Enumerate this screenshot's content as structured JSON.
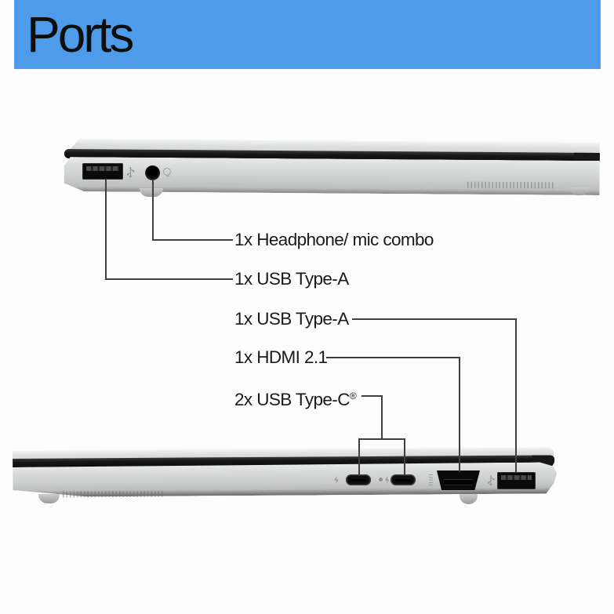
{
  "header": {
    "title": "Ports"
  },
  "colors": {
    "header_bg": "#4e9ce9",
    "line_color": "#3f3f3f",
    "text_color": "#1a1a1a",
    "body_silver": "#d4d5d5",
    "port_black": "#0a0a0a"
  },
  "views": {
    "left_side": {
      "ports": [
        {
          "id": "usb-a",
          "icon": "usb-icon"
        },
        {
          "id": "headphone-mic-combo",
          "icon": "headphone-icon"
        }
      ],
      "callouts": [
        {
          "label": "1x Headphone/ mic combo"
        },
        {
          "label": "1x USB Type-A"
        }
      ]
    },
    "right_side": {
      "ports": [
        {
          "id": "usb-c-1",
          "icon": "usb-c-icon"
        },
        {
          "id": "usb-c-2",
          "icon": "usb-c-icon"
        },
        {
          "id": "hdmi",
          "icon": "hdmi-micro-label"
        },
        {
          "id": "usb-a",
          "icon": "usb-icon"
        }
      ],
      "callouts": [
        {
          "label": "1x USB Type-A"
        },
        {
          "label": "1x HDMI 2.1"
        },
        {
          "label": "2x USB Type-C",
          "suffix": "®"
        }
      ]
    }
  }
}
